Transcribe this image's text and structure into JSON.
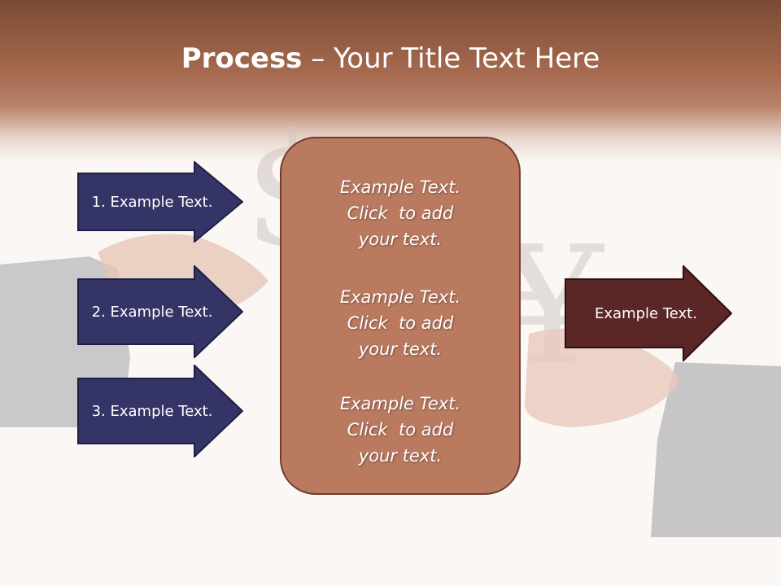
{
  "slide": {
    "title_strong": "Process",
    "title_rest": " – Your Title Text Here"
  },
  "left_arrows": [
    {
      "label": "1. Example Text."
    },
    {
      "label": "2. Example Text."
    },
    {
      "label": "3. Example Text."
    }
  ],
  "center_blocks": [
    {
      "line1": "Example Text.",
      "line2": "Click  to add",
      "line3": "your text."
    },
    {
      "line1": "Example Text.",
      "line2": "Click  to add",
      "line3": "your text."
    },
    {
      "line1": "Example Text.",
      "line2": "Click  to add",
      "line3": "your text."
    }
  ],
  "right_arrow": {
    "label": "Example Text."
  },
  "colors": {
    "left_arrow_fill": "#343467",
    "center_fill": "#b97a60",
    "right_arrow_fill": "#5a2626",
    "header": "#a66a4f"
  },
  "background_image": {
    "symbols": [
      "$",
      "¥"
    ]
  }
}
